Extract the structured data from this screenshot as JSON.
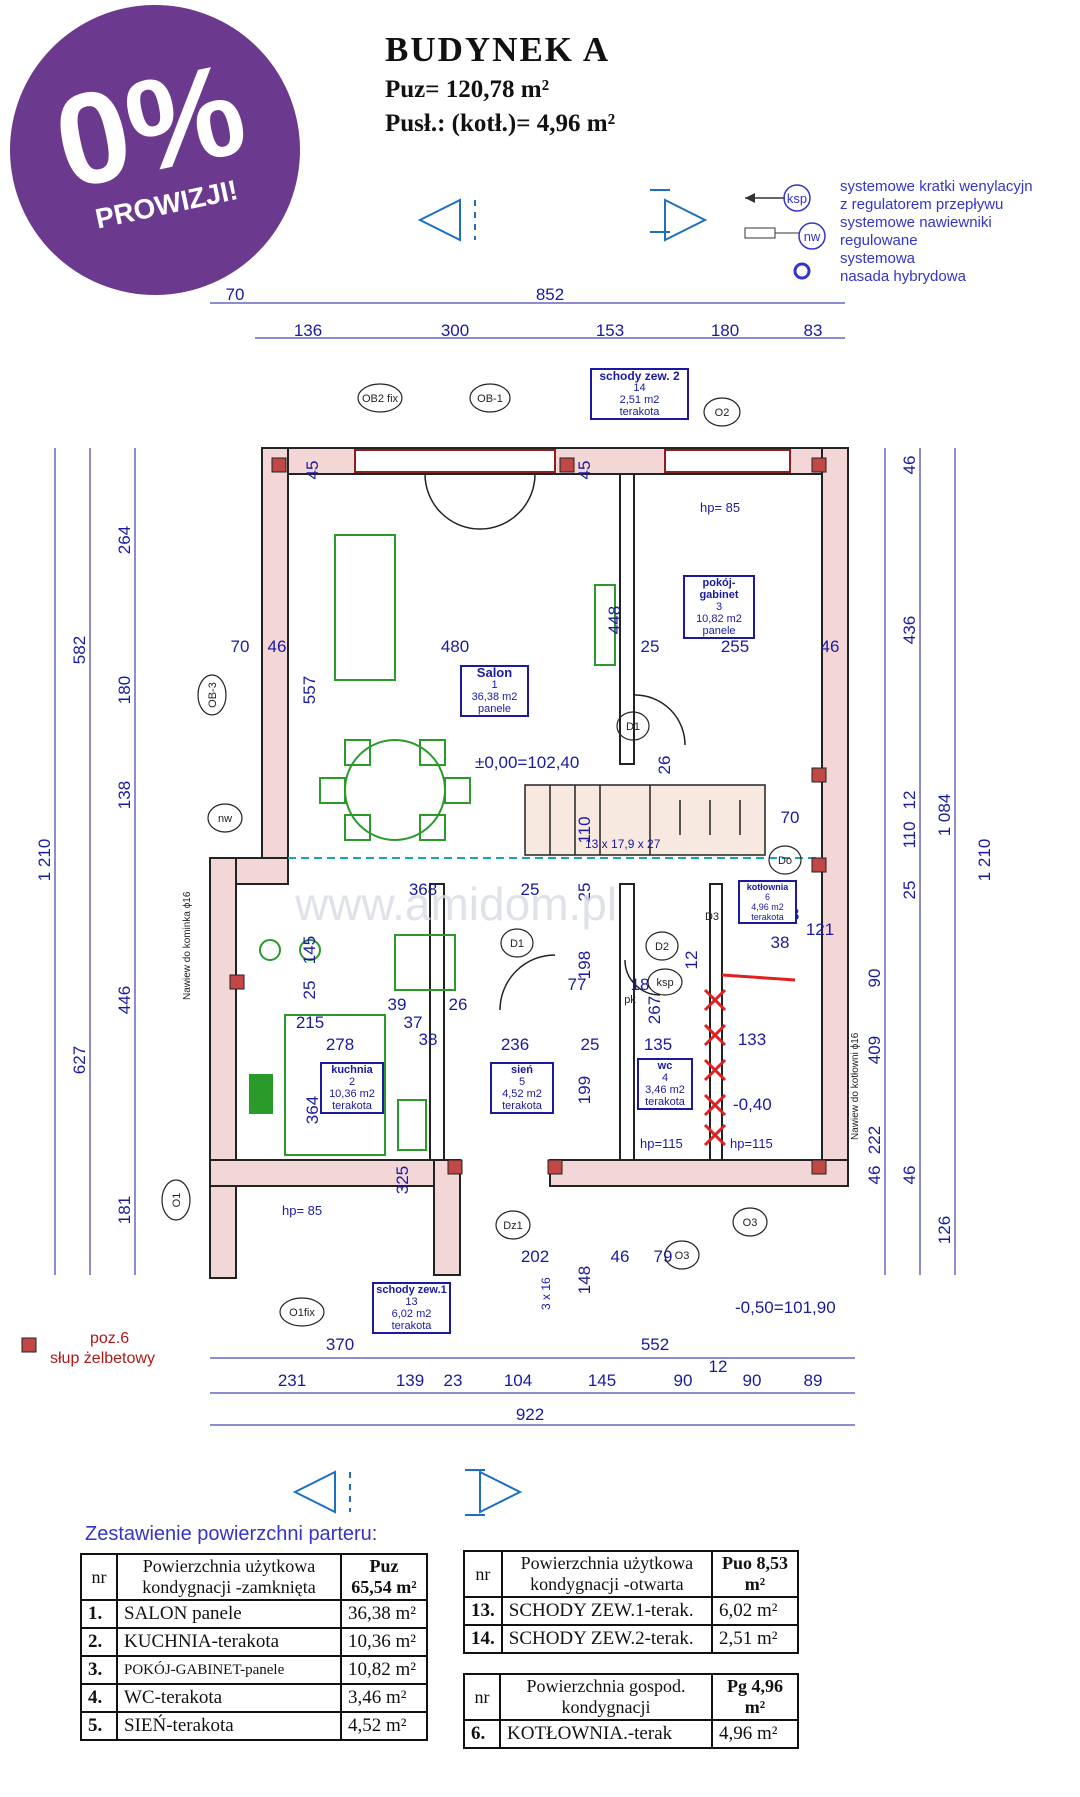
{
  "header": {
    "title": "BUDYNEK  A",
    "puz": "Puz=  120,78 m²",
    "pusl": "Pusł.: (kotł.)=  4,96 m²"
  },
  "badge": {
    "percent": "0%",
    "text": "PROWIZJI!"
  },
  "legend": {
    "items": [
      "systemowe kratki wenylacyjn",
      "z regulatorem przepływu",
      "systemowe nawiewniki",
      "regulowane",
      "systemowa",
      "nasada hybrydowa"
    ],
    "symbols": [
      "ksp",
      "nw"
    ]
  },
  "watermark": "www.amidom.pl",
  "dims_top": {
    "total": [
      "70",
      "852"
    ],
    "parts": [
      "136",
      "300",
      "153",
      "180",
      "83"
    ]
  },
  "dims_bottom": {
    "row1": [
      "370",
      "552"
    ],
    "row2": [
      "231",
      "139",
      "23",
      "104",
      "145",
      "90",
      "12",
      "90",
      "89"
    ],
    "total": "922"
  },
  "dims_left": {
    "outer": "1 210",
    "mid": [
      "582",
      "627"
    ],
    "parts": [
      "264",
      "180",
      "138",
      "446",
      "181"
    ]
  },
  "dims_right": {
    "outer": "1 210",
    "mid": [
      "1 084",
      "126"
    ],
    "parts": [
      "46",
      "436",
      "12",
      "110",
      "25",
      "90",
      "409",
      "222",
      "46",
      "46"
    ]
  },
  "inner_dims": [
    "70",
    "480",
    "25",
    "255",
    "46",
    "46",
    "557",
    "448",
    "368",
    "25",
    "25",
    "198",
    "77",
    "18",
    "12",
    "37",
    "215",
    "278",
    "38",
    "236",
    "25",
    "135",
    "133",
    "364",
    "325",
    "199",
    "202",
    "46",
    "79",
    "148",
    "26",
    "110",
    "70",
    "13",
    "38",
    "121",
    "267",
    "39",
    "26",
    "145",
    "25",
    "45",
    "45"
  ],
  "rooms": [
    {
      "name": "Salon",
      "num": "1",
      "area": "36,38 m2",
      "floor": "panele"
    },
    {
      "name": "pokój-gabinet",
      "num": "3",
      "area": "10,82 m2",
      "floor": "panele"
    },
    {
      "name": "kuchnia",
      "num": "2",
      "area": "10,36 m2",
      "floor": "terakota"
    },
    {
      "name": "sień",
      "num": "5",
      "area": "4,52 m2",
      "floor": "terakota"
    },
    {
      "name": "wc",
      "num": "4",
      "area": "3,46 m2",
      "floor": "terakota"
    },
    {
      "name": "kotłownia",
      "num": "6",
      "area": "4,96 m2",
      "floor": "terakota"
    },
    {
      "name": "schody zew. 2",
      "num": "14",
      "area": "2,51 m2",
      "floor": "terakota"
    },
    {
      "name": "schody zew.1",
      "num": "13",
      "area": "6,02 m2",
      "floor": "terakota"
    }
  ],
  "labels": {
    "level0": "±0,00=102,40",
    "level_minus": "-0,50=101,90",
    "level_kot": "-0,40",
    "stairs": "13 x 17,9 x 27",
    "stairs_ext": "3 x 16",
    "hp85": "hp= 85",
    "hp115": "hp=115",
    "openings": [
      "OB2 fix",
      "OB-1",
      "O2",
      "OB-3",
      "O1",
      "O1fix",
      "O3",
      "D1",
      "D2",
      "D3",
      "Do",
      "Dz1",
      "nw",
      "ksp",
      "pk"
    ],
    "nawiew_left": "Nawiew do kominka ϕ16",
    "nawiew_right": "Nawiew do kotłowni ϕ16",
    "pos6": "poz.6",
    "pos6_desc": "słup żelbetowy"
  },
  "table_title": "Zestawienie powierzchni parteru:",
  "table_closed": {
    "headers": [
      "nr",
      "Powierzchnia użytkowa kondygnacji -zamknięta",
      "Puz 65,54 m²"
    ],
    "rows": [
      [
        "1.",
        "SALON        panele",
        "36,38 m²"
      ],
      [
        "2.",
        "KUCHNIA-terakota",
        "10,36 m²"
      ],
      [
        "3.",
        "POKÓJ-GABINET-panele",
        "10,82 m²"
      ],
      [
        "4.",
        "WC-terakota",
        "3,46 m²"
      ],
      [
        "5.",
        "SIEŃ-terakota",
        "4,52 m²"
      ]
    ]
  },
  "table_open": {
    "headers": [
      "nr",
      "Powierzchnia użytkowa kondygnacji -otwarta",
      "Puo 8,53 m²"
    ],
    "rows": [
      [
        "13.",
        "SCHODY ZEW.1-terak.",
        "6,02 m²"
      ],
      [
        "14.",
        "SCHODY ZEW.2-terak.",
        "2,51 m²"
      ]
    ]
  },
  "table_tech": {
    "headers": [
      "nr",
      "Powierzchnia gospod. kondygnacji",
      "Pg 4,96 m²"
    ],
    "rows": [
      [
        "6.",
        "KOTŁOWNIA.-terak",
        "4,96 m²"
      ]
    ]
  }
}
